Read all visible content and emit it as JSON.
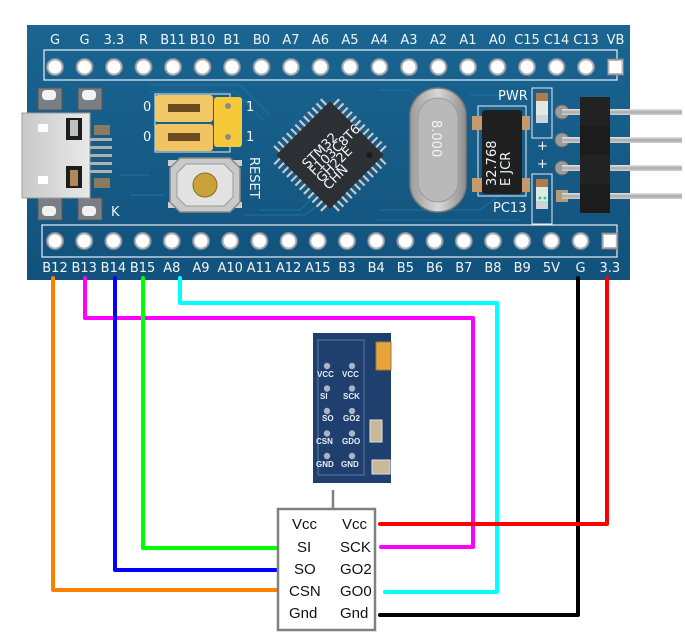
{
  "board": {
    "name": "STM32 blue pill board",
    "top_pins": [
      "G",
      "G",
      "3.3",
      "R",
      "B11",
      "B10",
      "B1",
      "B0",
      "A7",
      "A6",
      "A5",
      "A4",
      "A3",
      "A2",
      "A1",
      "A0",
      "C15",
      "C14",
      "C13",
      "VB"
    ],
    "bottom_pins": [
      "B12",
      "B13",
      "B14",
      "B15",
      "A8",
      "A9",
      "A10",
      "A11",
      "A12",
      "A15",
      "B3",
      "B4",
      "B5",
      "B6",
      "B7",
      "B8",
      "B9",
      "5V",
      "G",
      "3.3"
    ],
    "jumper_labels": [
      "0",
      "0",
      "1",
      "1"
    ],
    "reset_label": "RESET",
    "pwr_label": "PWR",
    "pc13_label": "PC13",
    "k_label": "K",
    "chip_text": [
      "STM32",
      "F103C8T6",
      "GH22E",
      "CHN"
    ],
    "crystal_text": "8.000",
    "rtc_crystal_text": [
      "32.768",
      "E JCR"
    ],
    "led_plus": "+",
    "colors": {
      "pcb": "#155a86",
      "silk": "#f2f6f8"
    }
  },
  "module": {
    "name": "nRF24L01 style radio module",
    "silk_left": [
      "VCC",
      "SI",
      "SO",
      "CSN",
      "GND"
    ],
    "silk_right": [
      "VCC",
      "SCK",
      "GO2",
      "GDO",
      "GND"
    ]
  },
  "pin_box": {
    "left": [
      "Vcc",
      "SI",
      "SO",
      "CSN",
      "Gnd"
    ],
    "right": [
      "Vcc",
      "SCK",
      "GO2",
      "GO0",
      "Gnd"
    ]
  },
  "wires": [
    {
      "from": "B12",
      "to": "CSN",
      "color": "#ff8000"
    },
    {
      "from": "B13",
      "to": "SCK",
      "color": "#ff00ff"
    },
    {
      "from": "B14",
      "to": "SO",
      "color": "#0000ff"
    },
    {
      "from": "B15",
      "to": "SI",
      "color": "#00ff00"
    },
    {
      "from": "A8",
      "to": "GO0",
      "color": "#00ffff"
    },
    {
      "from": "G",
      "to": "Gnd",
      "color": "#000000"
    },
    {
      "from": "3.3",
      "to": "Vcc",
      "color": "#ff0000"
    }
  ]
}
